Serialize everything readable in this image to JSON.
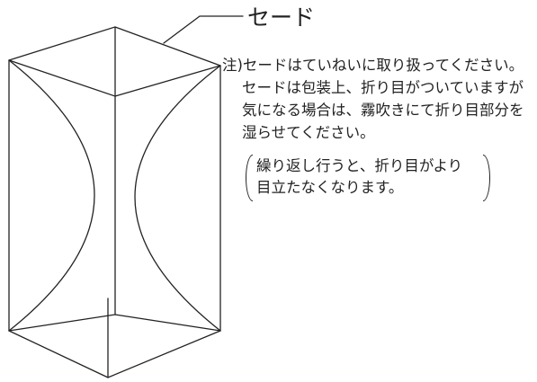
{
  "diagram": {
    "shade_label": "セード",
    "note": {
      "lines": [
        "注)セードはていねいに取り扱ってください。",
        "セードは包装上、折り目がついていますが",
        "気になる場合は、霧吹きにて折り目部分を",
        "湿らせてください。"
      ]
    },
    "paren_note": {
      "lines": [
        "繰り返し行うと、折り目がより",
        "目立たなくなります。"
      ]
    },
    "colors": {
      "line": "#222222",
      "background": "#ffffff"
    }
  }
}
